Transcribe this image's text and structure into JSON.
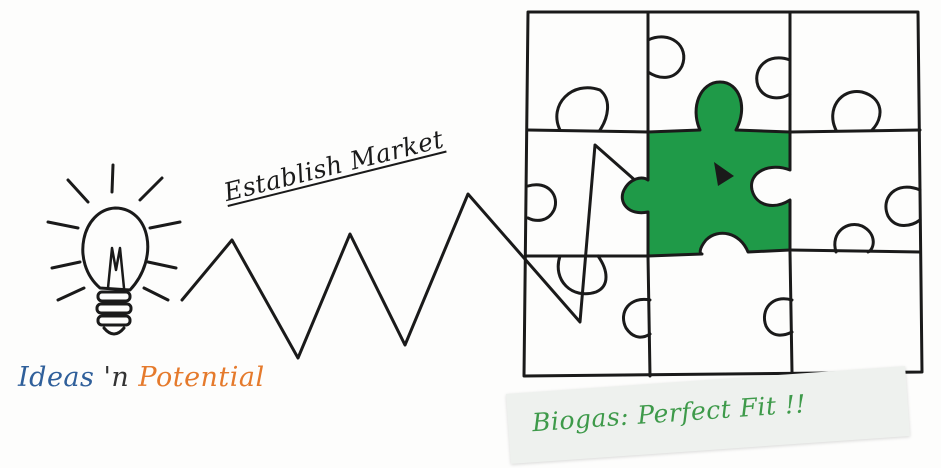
{
  "labels": {
    "establish_market": "Establish Market",
    "ideas": "Ideas",
    "connector": "'n",
    "potential": "Potential",
    "biogas_note": "Biogas: Perfect Fit !!"
  },
  "icons": {
    "bulb": "lightbulb-icon",
    "puzzle": "puzzle-grid-icon",
    "arrow": "arrow-icon"
  },
  "colors": {
    "ideas": "#2f5f9a",
    "potential": "#e57a2c",
    "highlight_piece": "#1f9a48",
    "note_text": "#3e9a4a",
    "ink": "#1a1a1a"
  }
}
